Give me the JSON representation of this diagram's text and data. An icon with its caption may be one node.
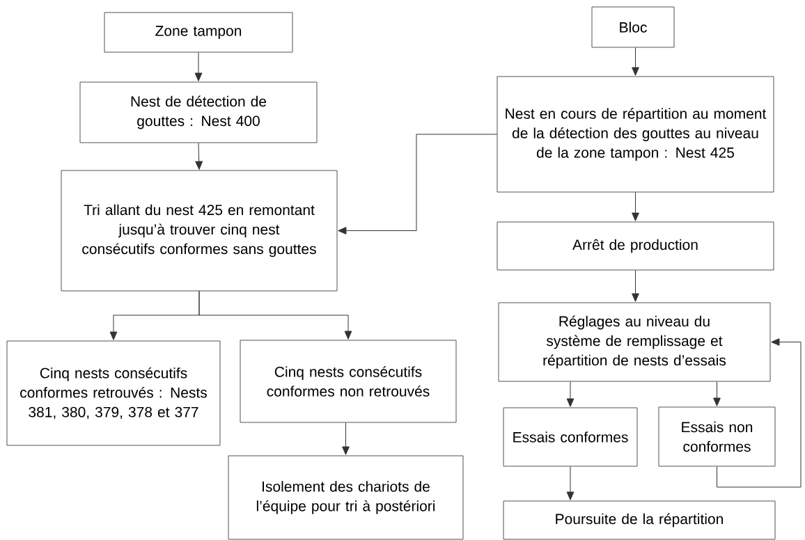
{
  "diagram": {
    "nodes": [
      {
        "text": [
          "Zone tampon"
        ]
      },
      {
        "text": [
          "Nest de détection de gouttes : Nest 400"
        ]
      },
      {
        "text": [
          "Tri allant du nest 425 en remontant jusqu’à trouver cinq nest consécutifs conformes sans gouttes"
        ]
      },
      {
        "text": [
          "Cinq nests consécutifs conformes retrouvés : Nests 381, 380, 379, 378 et 377"
        ]
      },
      {
        "text": [
          "Cinq nests consécutifs conformes non retrouvés"
        ]
      },
      {
        "text": [
          "Isolement des chariots de l’équipe pour tri à postériori"
        ]
      },
      {
        "text": [
          "Bloc"
        ]
      },
      {
        "text": [
          "Nest en cours de répartition au moment de la détection des gouttes au niveau de la zone tampon : Nest 425"
        ]
      },
      {
        "text": [
          "Arrêt de production"
        ]
      },
      {
        "text": [
          "Réglages au niveau du système de remplissage et répartition de nests d’essais"
        ]
      },
      {
        "text": [
          "Essais conformes"
        ]
      },
      {
        "text": [
          "Essais non conformes"
        ]
      },
      {
        "text": [
          "Poursuite de la répartition"
        ]
      }
    ],
    "edges": [
      {
        "from": 0,
        "to": 1,
        "arrow": "to"
      },
      {
        "from": 1,
        "to": 2,
        "arrow": "to"
      },
      {
        "from": 2,
        "to": 3,
        "arrow": "to"
      },
      {
        "from": 2,
        "to": 4,
        "arrow": "to"
      },
      {
        "from": 4,
        "to": 5,
        "arrow": "to"
      },
      {
        "from": 6,
        "to": 7,
        "arrow": "to"
      },
      {
        "from": 7,
        "to": 2,
        "arrow": "to"
      },
      {
        "from": 7,
        "to": 8,
        "arrow": "to"
      },
      {
        "from": 8,
        "to": 9,
        "arrow": "to"
      },
      {
        "from": 9,
        "to": 10,
        "arrow": "to"
      },
      {
        "from": 9,
        "to": 11,
        "arrow": "to"
      },
      {
        "from": 10,
        "to": 12,
        "arrow": "to"
      },
      {
        "from": 11,
        "to": 9,
        "arrow": "to"
      }
    ]
  }
}
